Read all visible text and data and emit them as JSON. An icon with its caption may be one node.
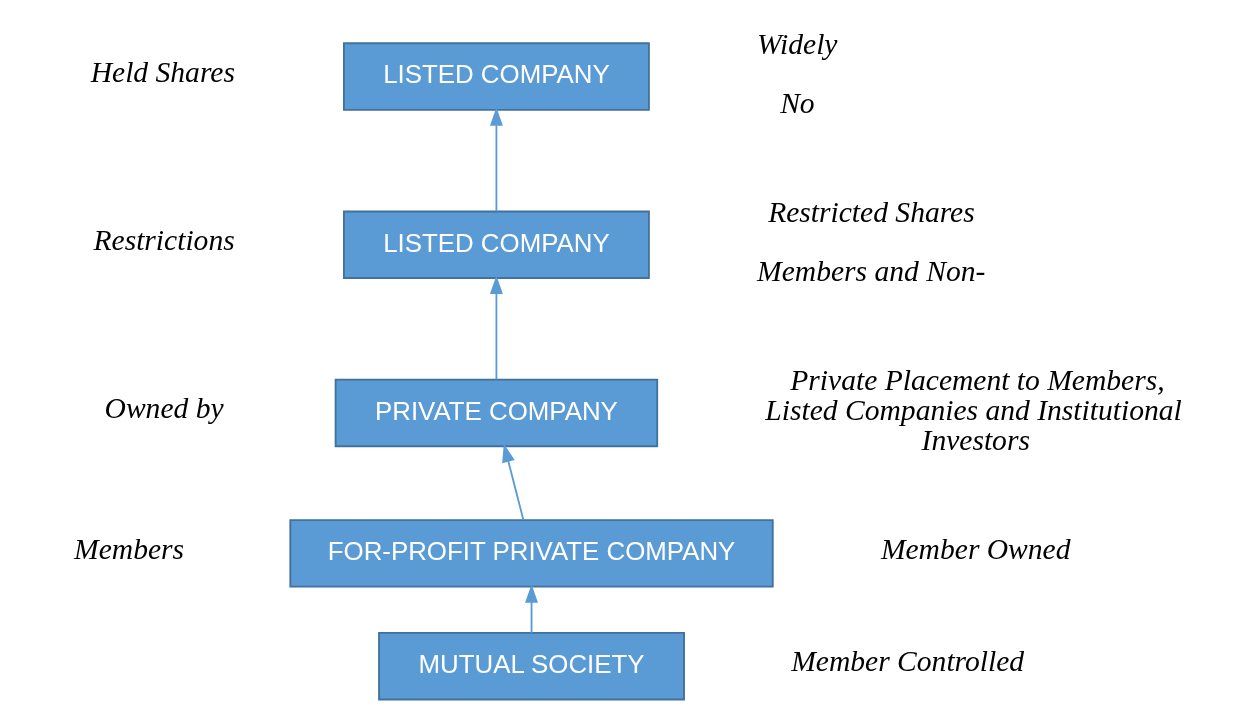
{
  "diagram": {
    "nodes": [
      {
        "text": [
          "MUTUAL SOCIETY"
        ],
        "beside": [
          "Member Controlled"
        ]
      },
      {
        "text": [
          "FOR-PROFIT PRIVATE COMPANY"
        ],
        "beside": [
          "Member Owned"
        ]
      },
      {
        "text": [
          "PRIVATE COMPANY"
        ],
        "beside": [
          "Private Placement to Members, Listed Companies and Institutional Investors"
        ]
      },
      {
        "text": [
          "LISTED COMPANY"
        ],
        "beside": [
          "Restricted Shares",
          "Members and Non-"
        ]
      },
      {
        "text": [
          "LISTED COMPANY"
        ],
        "beside": [
          "Widely",
          "No"
        ]
      }
    ],
    "edges": [
      {
        "from": 0,
        "to": 1,
        "arrow": "to"
      },
      {
        "from": 1,
        "to": 2,
        "arrow": "to"
      },
      {
        "from": 2,
        "to": 3,
        "arrow": "to"
      },
      {
        "from": 3,
        "to": 4,
        "arrow": "to"
      }
    ],
    "labels": [
      "Held Shares",
      "Restrictions",
      "Owned by",
      "Members"
    ]
  }
}
